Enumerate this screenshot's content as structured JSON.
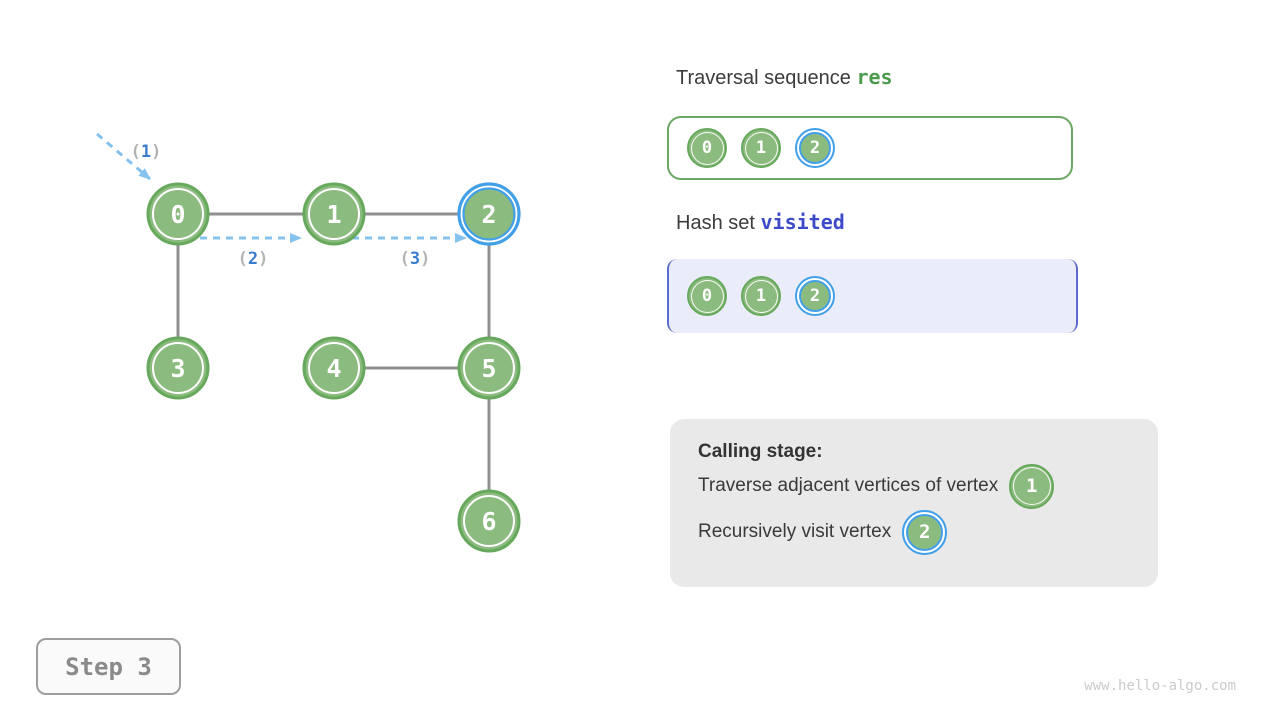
{
  "graph": {
    "nodes": [
      {
        "label": "0",
        "highlighted": false
      },
      {
        "label": "1",
        "highlighted": false
      },
      {
        "label": "2",
        "highlighted": true
      },
      {
        "label": "3",
        "highlighted": false
      },
      {
        "label": "4",
        "highlighted": false
      },
      {
        "label": "5",
        "highlighted": false
      },
      {
        "label": "6",
        "highlighted": false
      }
    ],
    "edges": [
      "0-1",
      "1-2",
      "0-3",
      "2-5",
      "4-5",
      "5-6"
    ],
    "step_arrows": [
      {
        "open": "(",
        "num": "1",
        "close": ")"
      },
      {
        "open": "(",
        "num": "2",
        "close": ")"
      },
      {
        "open": "(",
        "num": "3",
        "close": ")"
      }
    ]
  },
  "traversal_panel": {
    "title_prefix": "Traversal sequence ",
    "title_code": "res",
    "items": [
      {
        "label": "0",
        "highlighted": false
      },
      {
        "label": "1",
        "highlighted": false
      },
      {
        "label": "2",
        "highlighted": true
      }
    ]
  },
  "hash_panel": {
    "title_prefix": "Hash set ",
    "title_code": "visited",
    "items": [
      {
        "label": "0",
        "highlighted": false
      },
      {
        "label": "1",
        "highlighted": false
      },
      {
        "label": "2",
        "highlighted": true
      }
    ]
  },
  "calling_panel": {
    "title": "Calling stage:",
    "lines": [
      {
        "text": "Traverse adjacent vertices of vertex",
        "badge": "1",
        "badge_highlighted": false
      },
      {
        "text": "Recursively visit vertex",
        "badge": "2",
        "badge_highlighted": true
      }
    ]
  },
  "footer": {
    "step_label": "Step 3",
    "watermark": "www.hello-algo.com"
  },
  "colors": {
    "node_fill": "#8cbb7f",
    "node_border": "#67a95c",
    "highlight_blue": "#41a0e8",
    "edge_gray": "#8f8f8f",
    "arrow_blue": "#85c2ee",
    "paren_gray": "#b3b3b3",
    "step_num_blue": "#3a7dcc",
    "res_green": "#4c9b4c",
    "visited_indigo": "#3d4bc8",
    "hash_bg": "#eaedf9",
    "hash_bracket": "#5c6bd4",
    "calling_bg": "#e9e9e9"
  }
}
